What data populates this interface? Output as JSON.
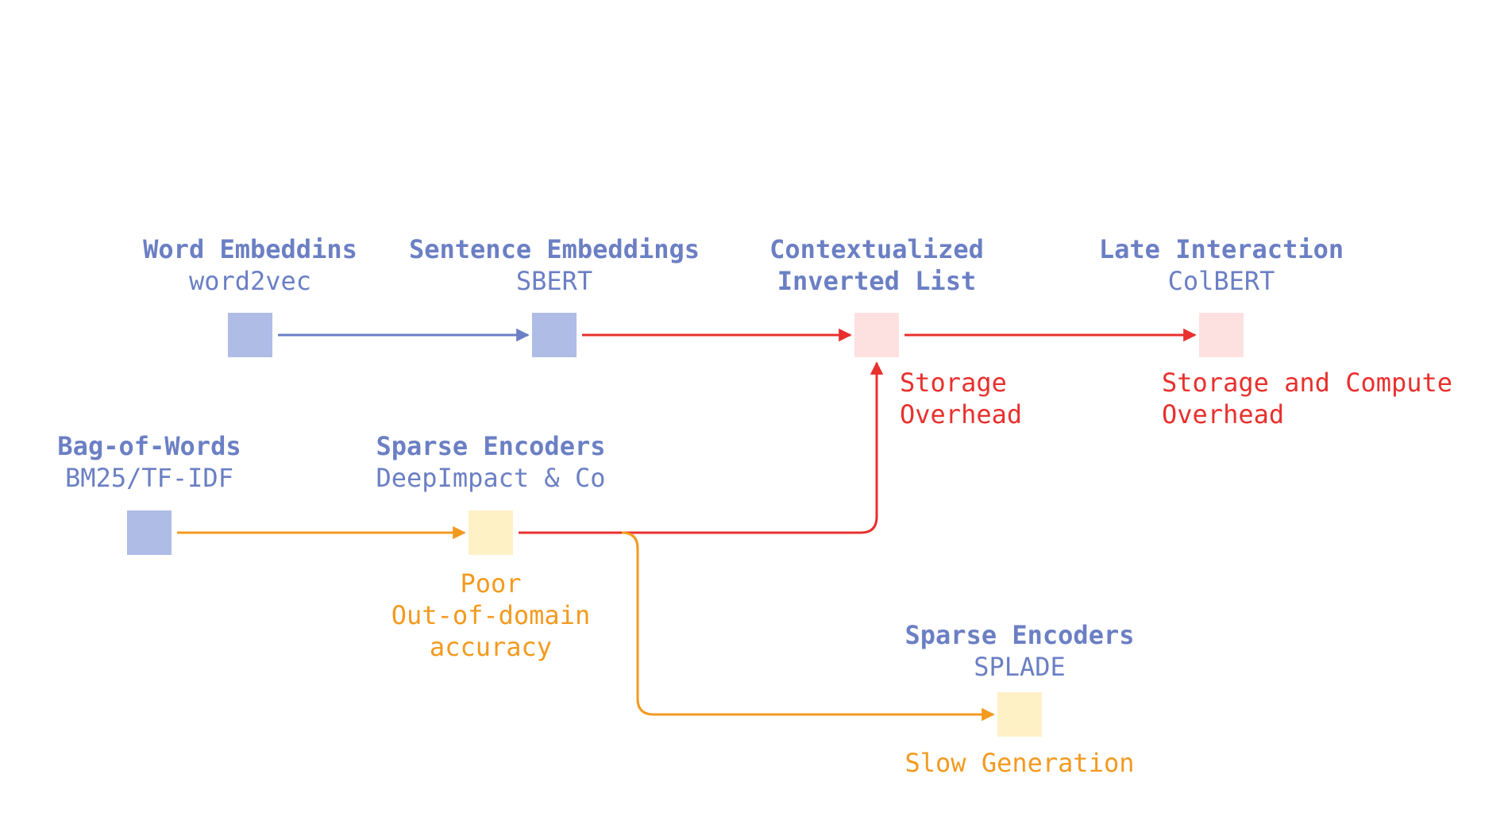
{
  "colors": {
    "blue": "#6b7fc4",
    "blue_box": "#aebce6",
    "red": "#e8302e",
    "pink_box": "#fde0e0",
    "orange": "#f39a1f",
    "yellow_box": "#fff1c6"
  },
  "nodes": {
    "word_embeddings": {
      "title": "Word Embeddins",
      "subtitle": "word2vec"
    },
    "sentence_embeddings": {
      "title": "Sentence Embeddings",
      "subtitle": "SBERT"
    },
    "contextualized": {
      "title_line1": "Contextualized",
      "title_line2": "Inverted List"
    },
    "late_interaction": {
      "title": "Late Interaction",
      "subtitle": "ColBERT"
    },
    "bag_of_words": {
      "title": "Bag-of-Words",
      "subtitle": "BM25/TF-IDF"
    },
    "sparse_deepimpact": {
      "title": "Sparse Encoders",
      "subtitle": "DeepImpact & Co"
    },
    "sparse_splade": {
      "title": "Sparse Encoders",
      "subtitle": "SPLADE"
    }
  },
  "notes": {
    "storage_overhead": [
      "Storage",
      "Overhead"
    ],
    "storage_compute_overhead": [
      "Storage and Compute",
      "Overhead"
    ],
    "poor_ood": [
      "Poor",
      "Out-of-domain",
      "accuracy"
    ],
    "slow_generation": "Slow Generation"
  }
}
